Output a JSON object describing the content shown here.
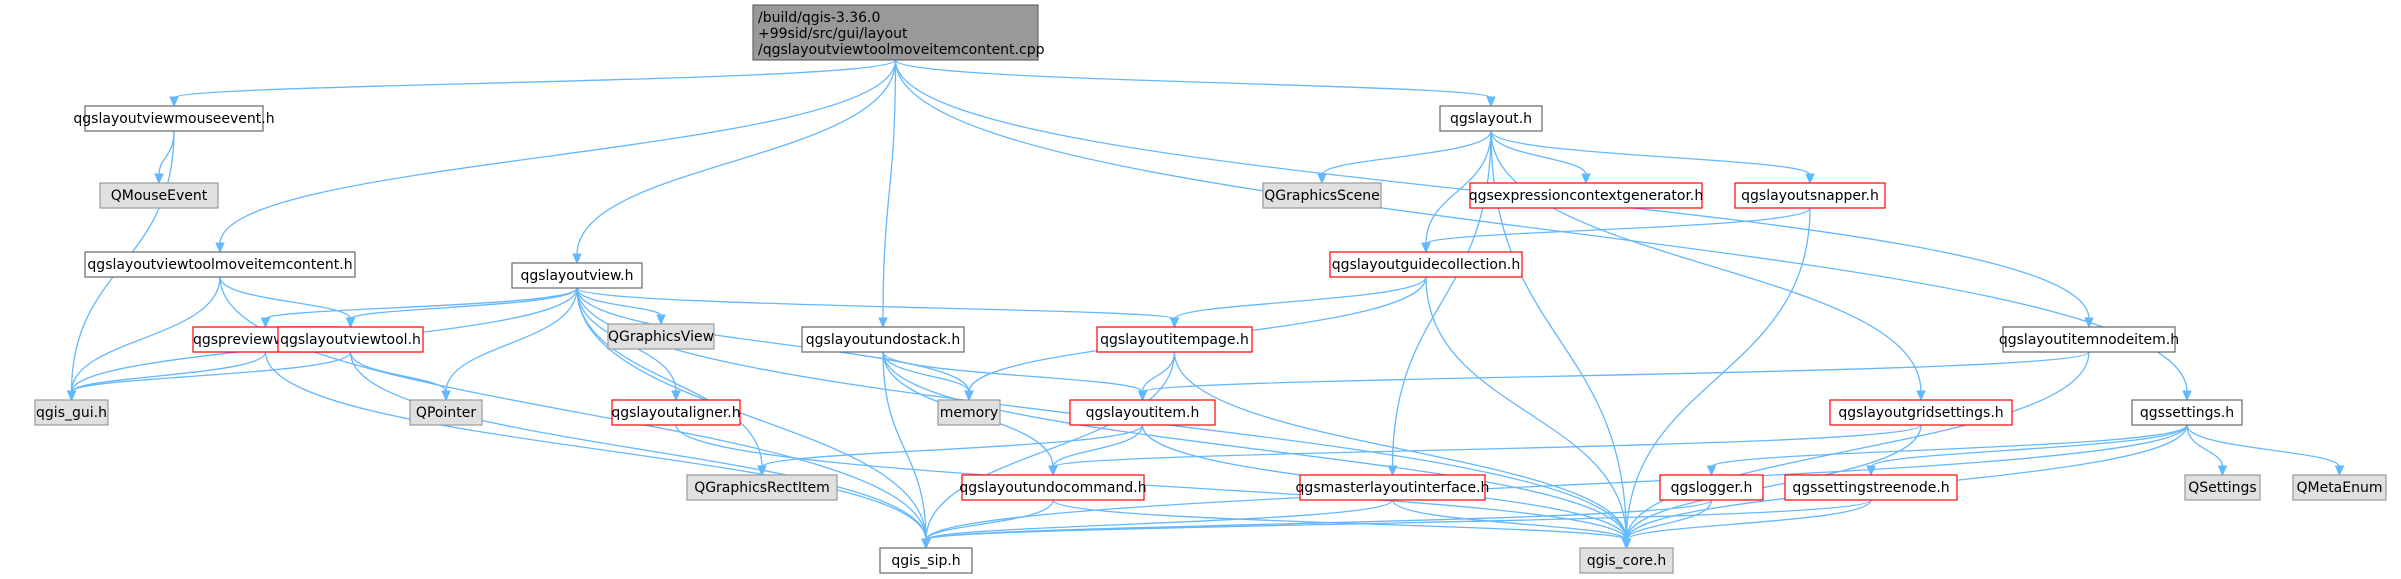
{
  "colors": {
    "edge": "#63b8ff",
    "root_fill": "#999999",
    "file_fill": "#ffffff",
    "external_fill": "#e0e0e0",
    "border_normal": "#666666",
    "border_truncated": "#ff0000",
    "border_external": "#999999"
  },
  "nodes": [
    {
      "id": "root",
      "kind": "root",
      "lines": [
        "/build/qgis-3.36.0",
        "+99sid/src/gui/layout",
        "/qgslayoutviewtoolmoveitemcontent.cpp"
      ]
    },
    {
      "id": "mouseevent",
      "kind": "file",
      "lines": [
        "qgslayoutviewmouseevent.h"
      ]
    },
    {
      "id": "qmouseevent",
      "kind": "external",
      "lines": [
        "QMouseEvent"
      ]
    },
    {
      "id": "toolmovecontent",
      "kind": "file",
      "lines": [
        "qgslayoutviewtoolmoveitemcontent.h"
      ]
    },
    {
      "id": "layoutview",
      "kind": "file",
      "lines": [
        "qgslayoutview.h"
      ]
    },
    {
      "id": "previeweffect",
      "kind": "truncated",
      "lines": [
        "qgspreviewweffect.h"
      ]
    },
    {
      "id": "viewtool",
      "kind": "truncated",
      "lines": [
        "qgslayoutviewtool.h"
      ]
    },
    {
      "id": "qgis_gui",
      "kind": "external",
      "lines": [
        "qgis_gui.h"
      ]
    },
    {
      "id": "qgraphicsview",
      "kind": "external",
      "lines": [
        "QGraphicsView"
      ]
    },
    {
      "id": "qpointer",
      "kind": "external",
      "lines": [
        "QPointer"
      ]
    },
    {
      "id": "aligner",
      "kind": "truncated",
      "lines": [
        "qgslayoutaligner.h"
      ]
    },
    {
      "id": "undostack",
      "kind": "file",
      "lines": [
        "qgslayoutundostack.h"
      ]
    },
    {
      "id": "memory",
      "kind": "external",
      "lines": [
        "memory"
      ]
    },
    {
      "id": "itempage",
      "kind": "truncated",
      "lines": [
        "qgslayoutitempage.h"
      ]
    },
    {
      "id": "item",
      "kind": "truncated",
      "lines": [
        "qgslayoutitem.h"
      ]
    },
    {
      "id": "qgraphicsrectitem",
      "kind": "external",
      "lines": [
        "QGraphicsRectItem"
      ]
    },
    {
      "id": "undocommand",
      "kind": "truncated",
      "lines": [
        "qgslayoutundocommand.h"
      ]
    },
    {
      "id": "qgis_sip",
      "kind": "file",
      "lines": [
        "qgis_sip.h"
      ]
    },
    {
      "id": "layout",
      "kind": "file",
      "lines": [
        "qgslayout.h"
      ]
    },
    {
      "id": "qgraphicsscene",
      "kind": "external",
      "lines": [
        "QGraphicsScene"
      ]
    },
    {
      "id": "exprctx",
      "kind": "truncated",
      "lines": [
        "qgsexpressioncontextgenerator.h"
      ]
    },
    {
      "id": "snapper",
      "kind": "truncated",
      "lines": [
        "qgslayoutsnapper.h"
      ]
    },
    {
      "id": "guidecollection",
      "kind": "truncated",
      "lines": [
        "qgslayoutguidecollection.h"
      ]
    },
    {
      "id": "masterlayout",
      "kind": "truncated",
      "lines": [
        "qgsmasterlayoutinterface.h"
      ]
    },
    {
      "id": "gridsettings",
      "kind": "truncated",
      "lines": [
        "qgslayoutgridsettings.h"
      ]
    },
    {
      "id": "qgis_core",
      "kind": "external",
      "lines": [
        "qgis_core.h"
      ]
    },
    {
      "id": "nodeitem",
      "kind": "file",
      "lines": [
        "qgslayoutitemnodeitem.h"
      ]
    },
    {
      "id": "settings",
      "kind": "file",
      "lines": [
        "qgssettings.h"
      ]
    },
    {
      "id": "logger",
      "kind": "truncated",
      "lines": [
        "qgslogger.h"
      ]
    },
    {
      "id": "settingstreenode",
      "kind": "truncated",
      "lines": [
        "qgssettingstreenode.h"
      ]
    },
    {
      "id": "qsettings",
      "kind": "external",
      "lines": [
        "QSettings"
      ]
    },
    {
      "id": "qmetaenum",
      "kind": "external",
      "lines": [
        "QMetaEnum"
      ]
    }
  ],
  "edges": [
    [
      "root",
      "mouseevent"
    ],
    [
      "root",
      "toolmovecontent"
    ],
    [
      "root",
      "layoutview"
    ],
    [
      "root",
      "undostack"
    ],
    [
      "root",
      "layout"
    ],
    [
      "root",
      "nodeitem"
    ],
    [
      "root",
      "settings"
    ],
    [
      "mouseevent",
      "qmouseevent"
    ],
    [
      "mouseevent",
      "qgis_gui"
    ],
    [
      "toolmovecontent",
      "viewtool"
    ],
    [
      "toolmovecontent",
      "qgis_gui"
    ],
    [
      "toolmovecontent",
      "qgis_sip"
    ],
    [
      "layoutview",
      "previeweffect"
    ],
    [
      "layoutview",
      "viewtool"
    ],
    [
      "layoutview",
      "qgis_gui"
    ],
    [
      "layoutview",
      "qgraphicsview"
    ],
    [
      "layoutview",
      "qpointer"
    ],
    [
      "layoutview",
      "aligner"
    ],
    [
      "layoutview",
      "memory"
    ],
    [
      "layoutview",
      "itempage"
    ],
    [
      "layoutview",
      "qgraphicsrectitem"
    ],
    [
      "layoutview",
      "qgis_sip"
    ],
    [
      "layoutview",
      "qgis_core"
    ],
    [
      "previeweffect",
      "qgis_gui"
    ],
    [
      "previeweffect",
      "qgis_sip"
    ],
    [
      "viewtool",
      "qgis_gui"
    ],
    [
      "viewtool",
      "qpointer"
    ],
    [
      "viewtool",
      "qgis_sip"
    ],
    [
      "aligner",
      "qgis_core"
    ],
    [
      "undostack",
      "memory"
    ],
    [
      "undostack",
      "item"
    ],
    [
      "undostack",
      "undocommand"
    ],
    [
      "undostack",
      "qgis_sip"
    ],
    [
      "undostack",
      "qgis_core"
    ],
    [
      "itempage",
      "item"
    ],
    [
      "itempage",
      "qgis_sip"
    ],
    [
      "itempage",
      "qgis_core"
    ],
    [
      "item",
      "qgraphicsrectitem"
    ],
    [
      "item",
      "undocommand"
    ],
    [
      "item",
      "qgis_core"
    ],
    [
      "undocommand",
      "qgis_sip"
    ],
    [
      "undocommand",
      "qgis_core"
    ],
    [
      "layout",
      "qgraphicsscene"
    ],
    [
      "layout",
      "exprctx"
    ],
    [
      "layout",
      "snapper"
    ],
    [
      "layout",
      "guidecollection"
    ],
    [
      "layout",
      "masterlayout"
    ],
    [
      "layout",
      "gridsettings"
    ],
    [
      "layout",
      "qgis_core"
    ],
    [
      "snapper",
      "guidecollection"
    ],
    [
      "snapper",
      "qgis_core"
    ],
    [
      "guidecollection",
      "itempage"
    ],
    [
      "guidecollection",
      "memory"
    ],
    [
      "guidecollection",
      "qgis_core"
    ],
    [
      "masterlayout",
      "qgis_sip"
    ],
    [
      "masterlayout",
      "qgis_core"
    ],
    [
      "gridsettings",
      "undocommand"
    ],
    [
      "gridsettings",
      "qgis_core"
    ],
    [
      "nodeitem",
      "item"
    ],
    [
      "nodeitem",
      "qgis_core"
    ],
    [
      "settings",
      "qsettings"
    ],
    [
      "settings",
      "qmetaenum"
    ],
    [
      "settings",
      "logger"
    ],
    [
      "settings",
      "settingstreenode"
    ],
    [
      "settings",
      "qgis_sip"
    ],
    [
      "settings",
      "qgis_core"
    ],
    [
      "logger",
      "qgis_sip"
    ],
    [
      "logger",
      "qgis_core"
    ],
    [
      "settingstreenode",
      "qgis_sip"
    ],
    [
      "settingstreenode",
      "qgis_core"
    ]
  ]
}
